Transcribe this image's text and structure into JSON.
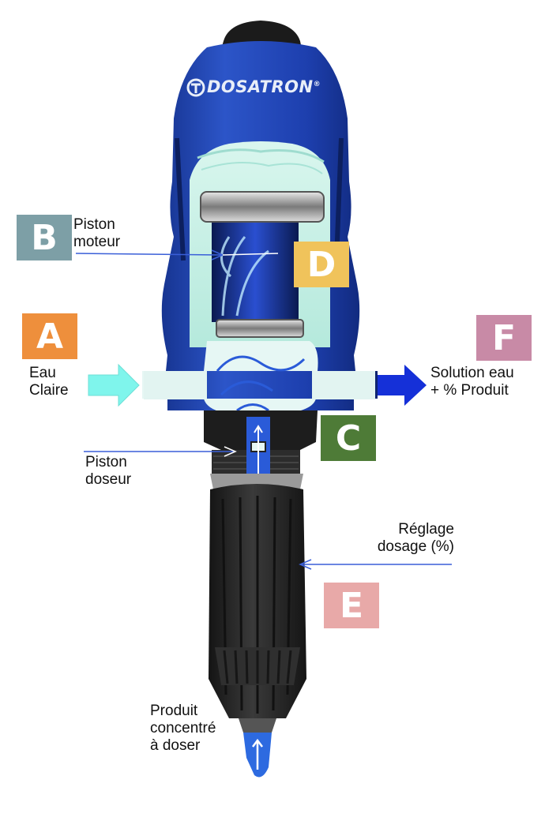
{
  "brand": {
    "name": "DOSATRON",
    "trademark": "®"
  },
  "badges": [
    {
      "id": "A",
      "letter": "A",
      "color": "#ee8f3c"
    },
    {
      "id": "B",
      "letter": "B",
      "color": "#7d9fa6"
    },
    {
      "id": "C",
      "letter": "C",
      "color": "#4e7b37"
    },
    {
      "id": "D",
      "letter": "D",
      "color": "#f0c35b"
    },
    {
      "id": "E",
      "letter": "E",
      "color": "#e8a9a8"
    },
    {
      "id": "F",
      "letter": "F",
      "color": "#c88aa6"
    }
  ],
  "labels": {
    "eau_claire": [
      "Eau",
      "Claire"
    ],
    "piston_moteur": [
      "Piston",
      "moteur"
    ],
    "piston_doseur": [
      "Piston",
      "doseur"
    ],
    "solution": [
      "Solution eau",
      "+ % Produit"
    ],
    "reglage": [
      "Réglage",
      "dosage (%)"
    ],
    "produit": [
      "Produit",
      "concentré",
      "à doser"
    ]
  },
  "colors": {
    "body_blue": "#1f3ea8",
    "dark_blue": "#122a7a",
    "water_cyan": "#bfeee3",
    "inlet_arrow": "#7ff5ec",
    "outlet_arrow": "#1530d8",
    "black_body": "#2a2a2a"
  }
}
